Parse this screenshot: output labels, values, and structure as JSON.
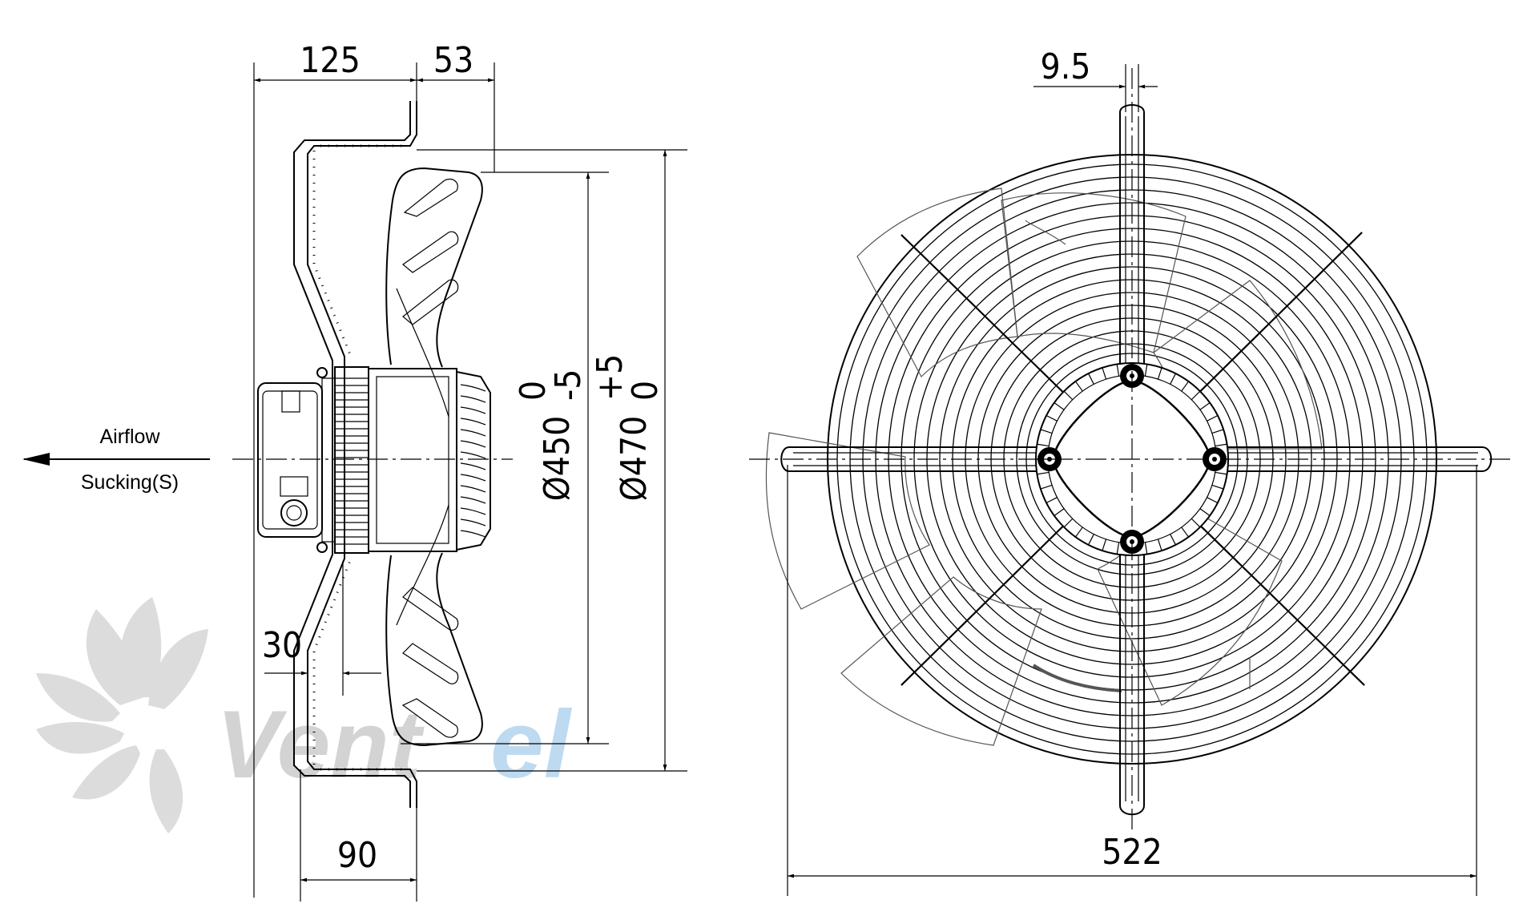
{
  "watermark": {
    "text_grey": "Vent",
    "text_blue": "el",
    "color_grey": "#c8c8c8",
    "color_blue": "#b4d4ee"
  },
  "side_view": {
    "dimensions": {
      "width_125": "125",
      "width_53": "53",
      "depth_30": "30",
      "depth_90": "90",
      "diameter_450": {
        "base": "Ø450",
        "upper_tol": "0",
        "lower_tol": "-5"
      },
      "diameter_470": {
        "base": "Ø470",
        "upper_tol": "+5",
        "lower_tol": "0"
      }
    },
    "airflow_label": "Airflow",
    "mode_label": "Sucking(S)"
  },
  "front_view": {
    "dimensions": {
      "bolt_9_5": "9.5",
      "overall_522": "522"
    }
  }
}
